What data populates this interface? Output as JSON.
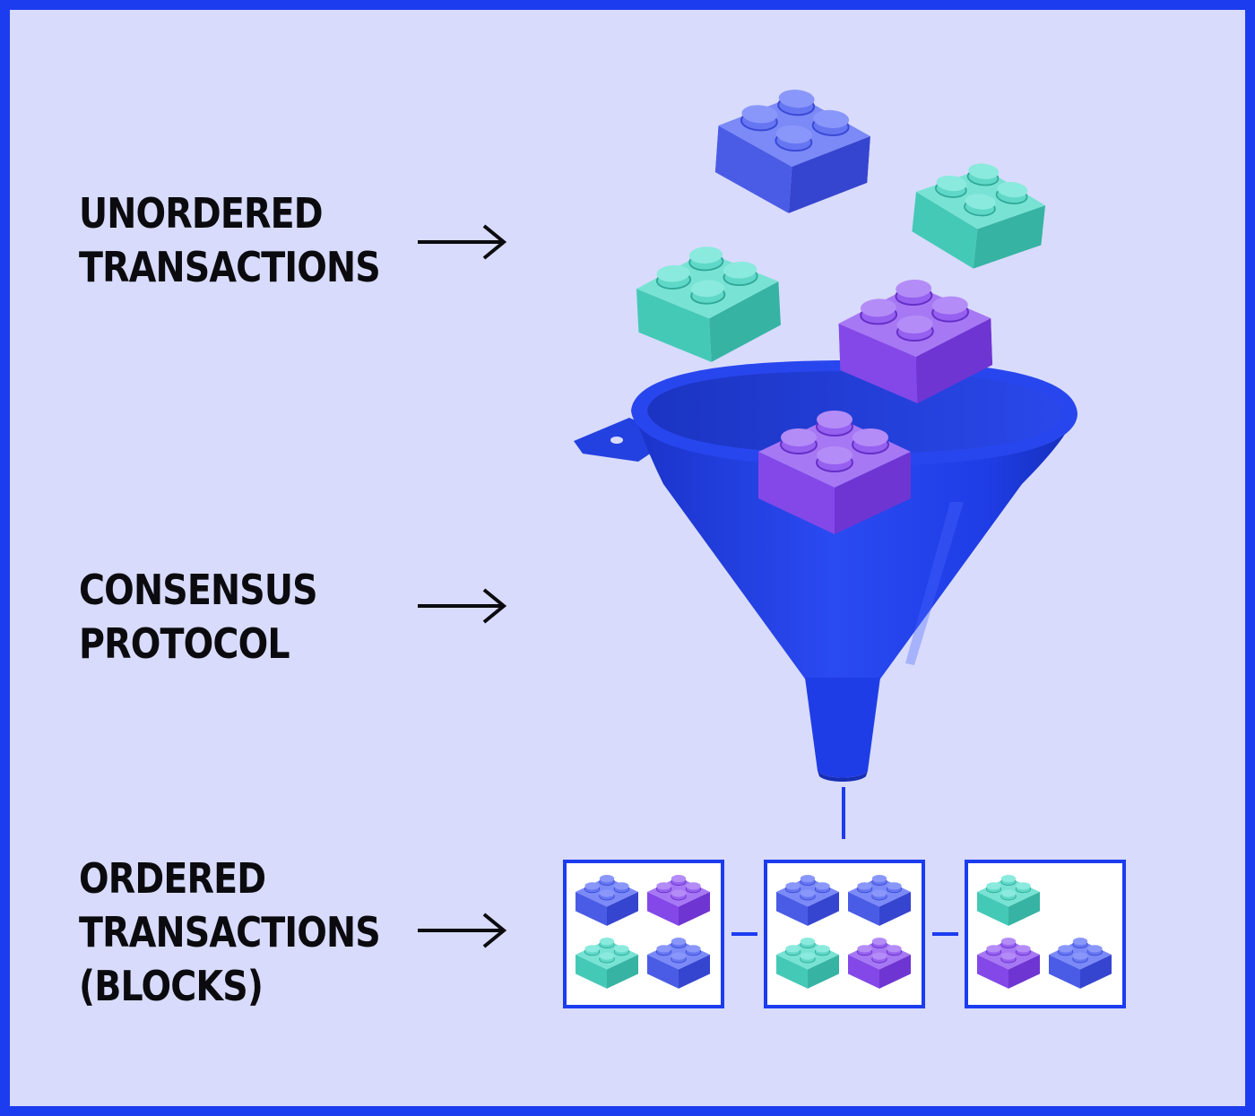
{
  "labels": {
    "unordered": "UNORDERED\nTRANSACTIONS",
    "consensus": "CONSENSUS\nPROTOCOL",
    "ordered": "ORDERED\nTRANSACTIONS\n(BLOCKS)"
  },
  "colors": {
    "background": "#d8dbfb",
    "frame": "#1c3cf0",
    "funnel": "#1f3de6",
    "brick_blue": "#5a6cf0",
    "brick_teal": "#4fd6c4",
    "brick_purple": "#8a4cec",
    "text": "#0b0b0f"
  },
  "icons": {
    "funnel": "funnel-icon",
    "brick": "lego-brick-icon",
    "arrow": "arrow-right-icon"
  },
  "falling_bricks": [
    "blue",
    "teal",
    "teal",
    "purple",
    "purple"
  ],
  "blocks": [
    [
      "blue",
      "purple",
      "teal",
      "blue"
    ],
    [
      "blue",
      "blue",
      "teal",
      "purple"
    ],
    [
      "teal",
      "",
      "purple",
      "blue"
    ]
  ]
}
